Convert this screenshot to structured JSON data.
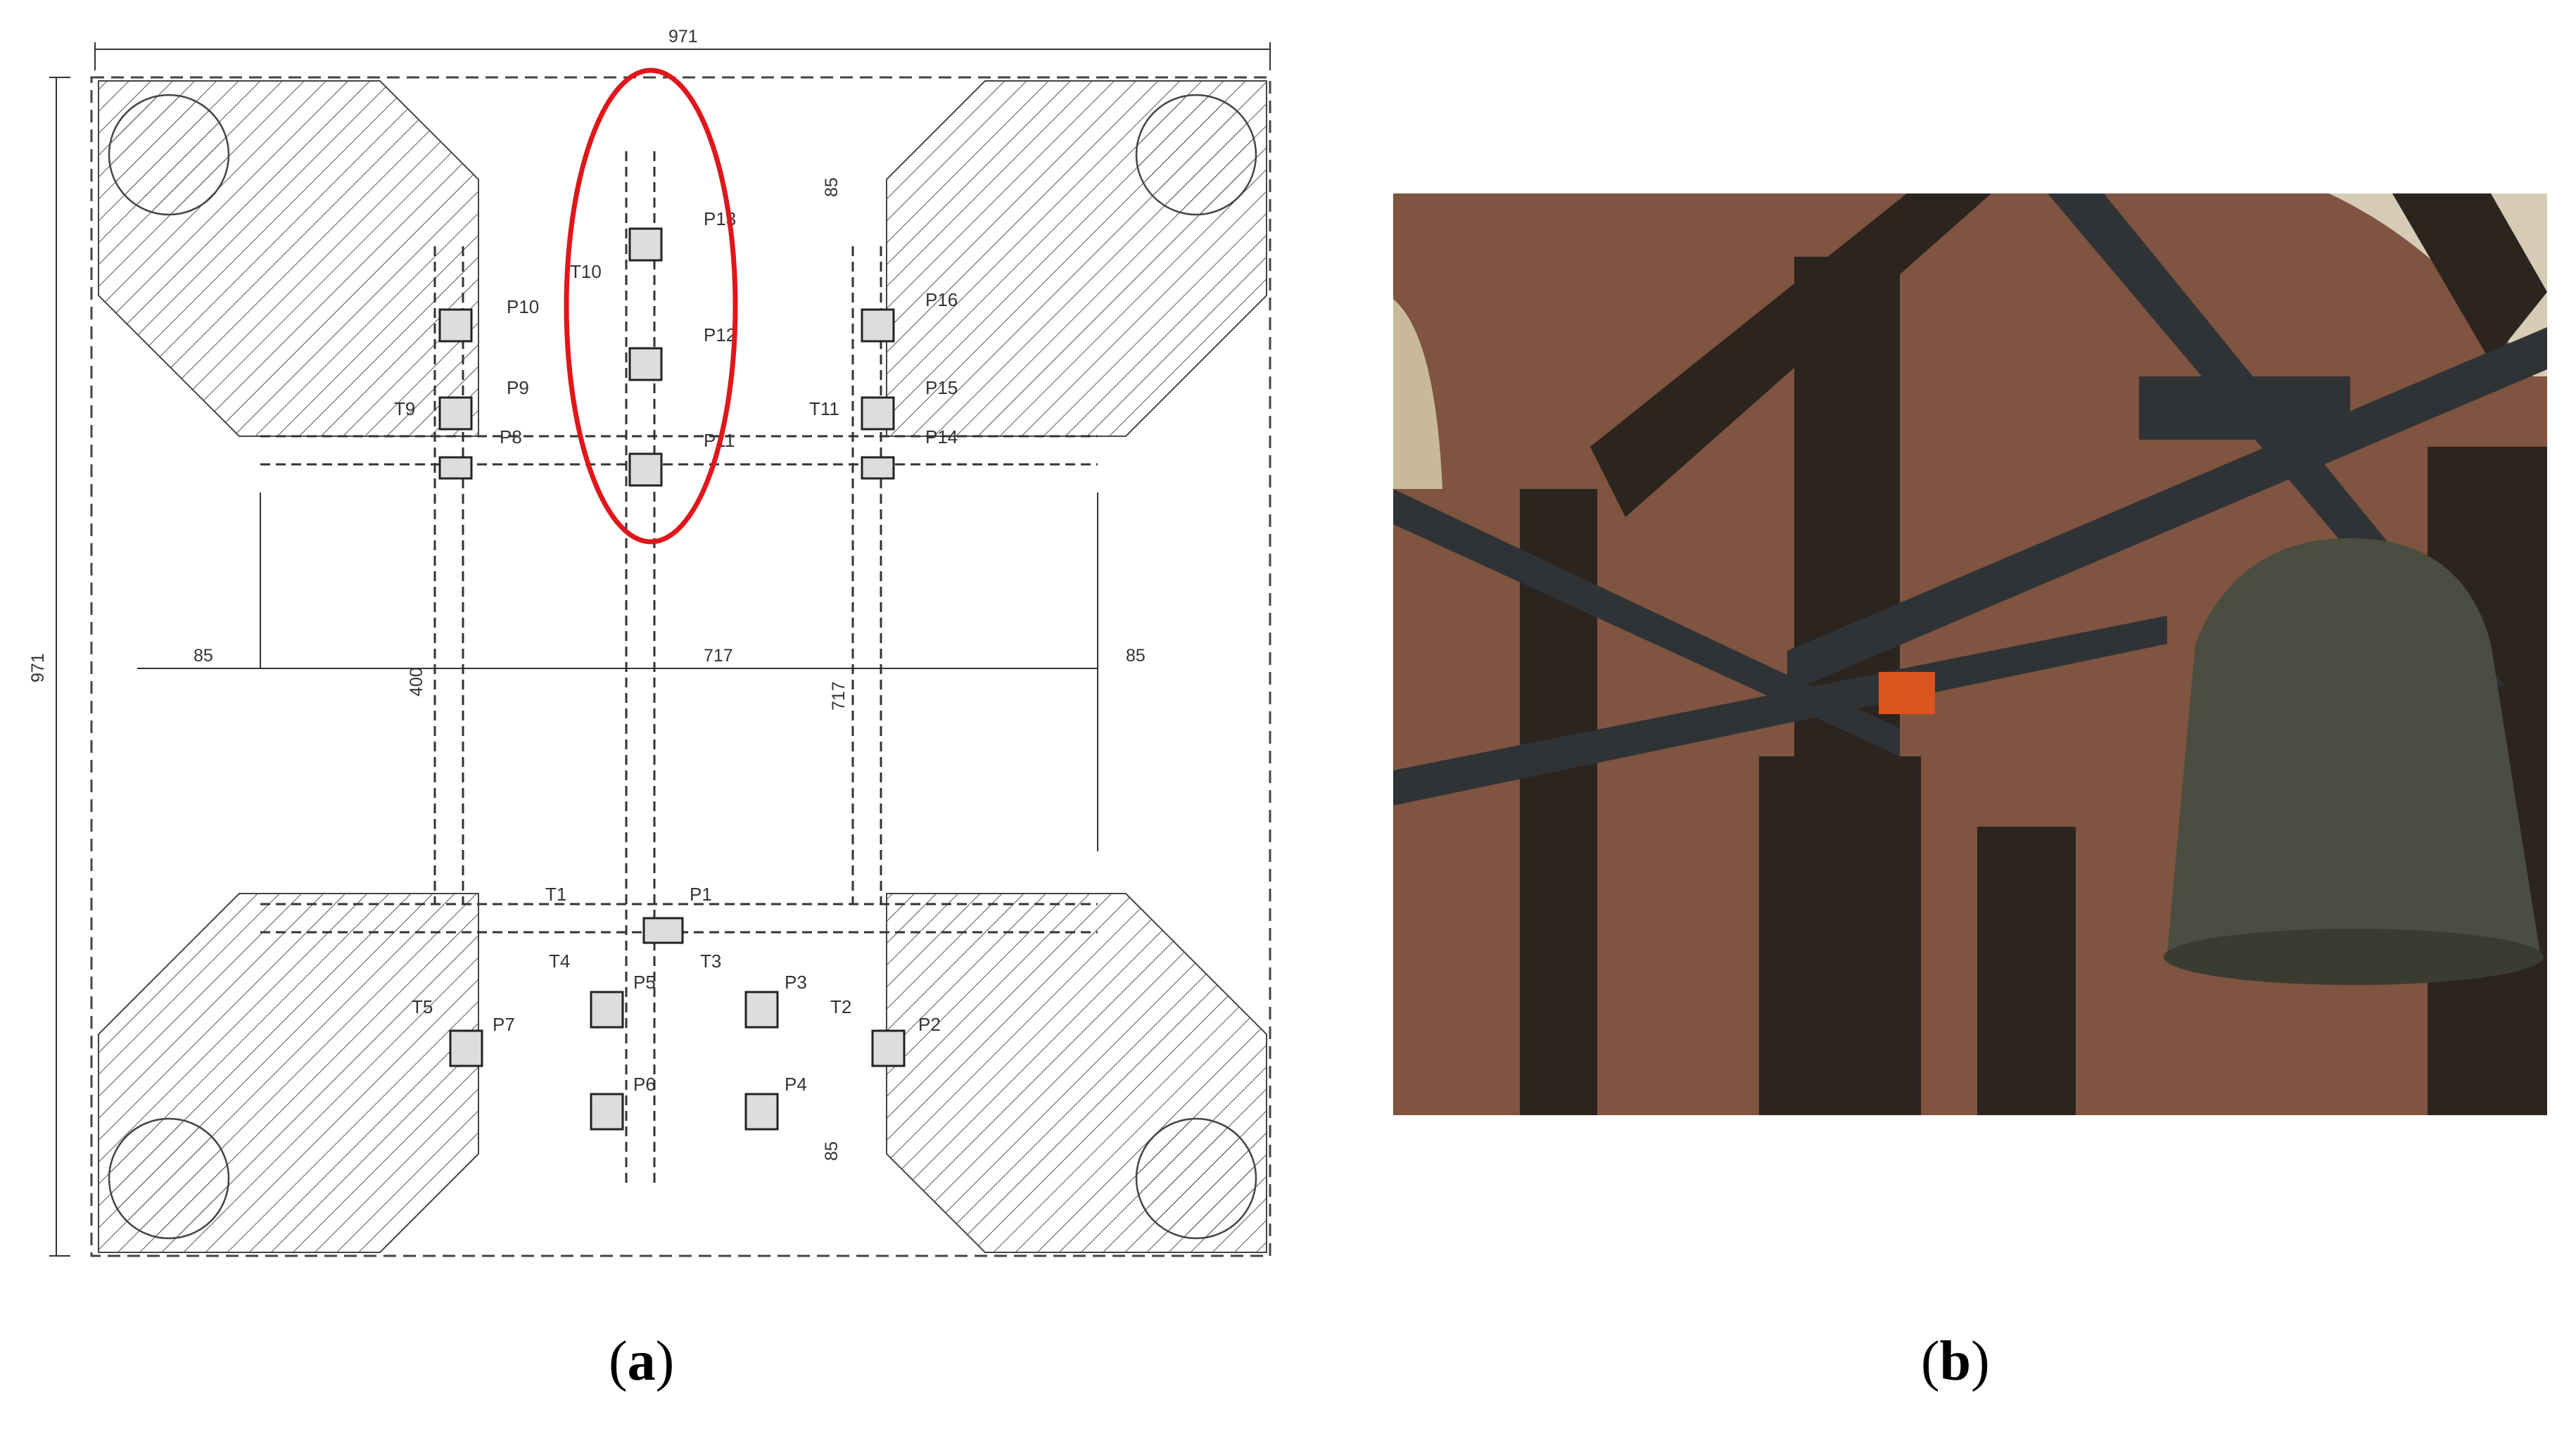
{
  "panels": [
    {
      "label_open": "(",
      "label_letter": "a",
      "label_close": ")"
    },
    {
      "label_open": "(",
      "label_letter": "b",
      "label_close": ")"
    }
  ],
  "dimensions": {
    "overall_width": "971",
    "overall_height": "971",
    "wall_left": "85",
    "wall_right": "85",
    "inner_span": "717",
    "inner_span_vertical": "717",
    "beam_length": "400",
    "upper_gap": "85",
    "lower_gap": "85"
  },
  "beams": [
    "T1",
    "T2",
    "T3",
    "T4",
    "T5",
    "T9",
    "T10",
    "T11"
  ],
  "posts": [
    "P1",
    "P2",
    "P3",
    "P4",
    "P5",
    "P6",
    "P7",
    "P8",
    "P9",
    "P10",
    "P11",
    "P12",
    "P13",
    "P14",
    "P15",
    "P16"
  ],
  "highlight": {
    "color": "#e0161b",
    "encloses": [
      "P13",
      "P12",
      "P11",
      "T10"
    ]
  },
  "colors": {
    "line": "#333333",
    "hatch": "#555555",
    "brick": "#8a5a44",
    "timber": "#2b241f",
    "steel": "#2f3336",
    "bell": "#4a4d3f"
  }
}
